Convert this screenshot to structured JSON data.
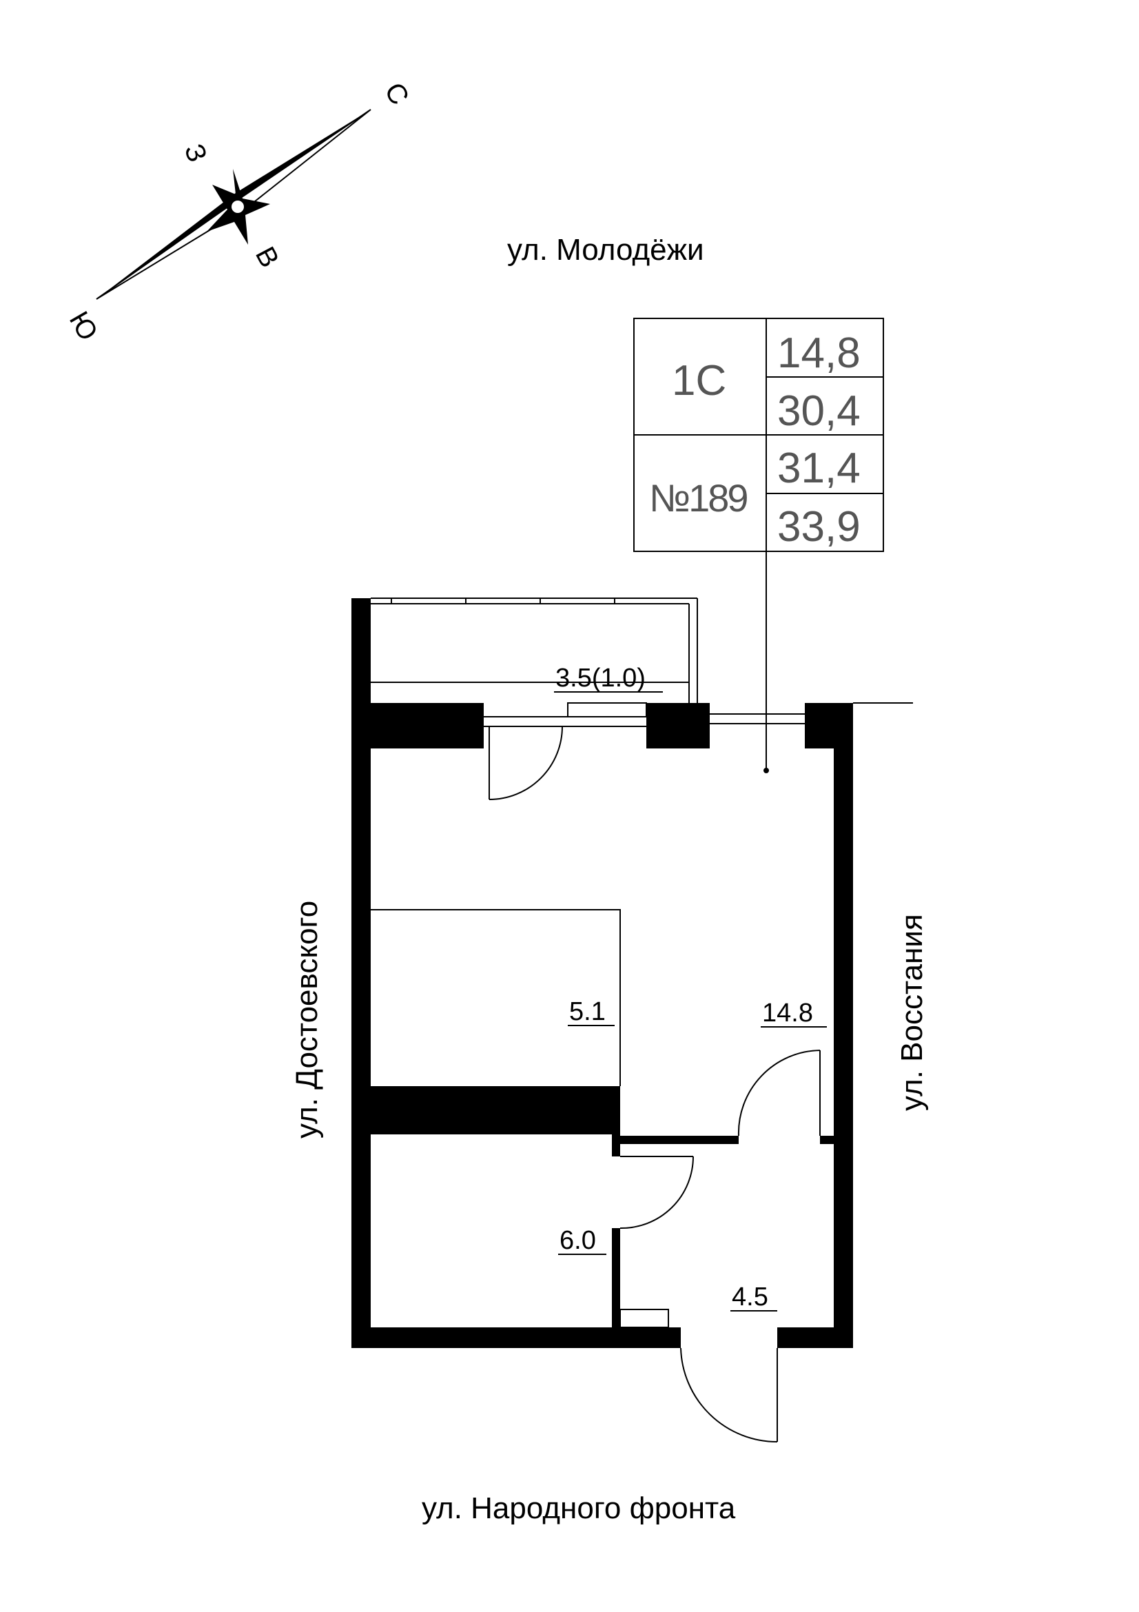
{
  "streets": {
    "top": "ул. Молодёжи",
    "bottom": "ул. Народного фронта",
    "left": "ул. Достоевского",
    "right": "ул. Восстания"
  },
  "compass": {
    "north": "С",
    "south": "Ю",
    "west": "З",
    "east": "В"
  },
  "info_table": {
    "type": "1С",
    "number": "№189",
    "values": [
      "14,8",
      "30,4",
      "31,4",
      "33,9"
    ]
  },
  "rooms": {
    "balcony": "3.5(1.0)",
    "main_room": "14.8",
    "kitchen_niche": "5.1",
    "bathroom": "6.0",
    "hallway": "4.5"
  }
}
